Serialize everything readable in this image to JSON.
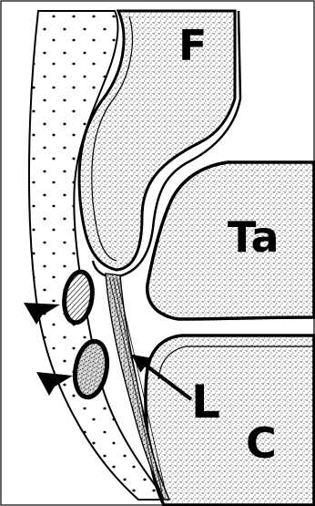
{
  "labels": {
    "fibula": "F",
    "talus": "Ta",
    "calcaneus": "C",
    "ligament": "L"
  },
  "colors": {
    "ink": "#000000",
    "paper": "#ffffff",
    "stipple": "#222222",
    "fill_gray": "#cfcfcf"
  }
}
